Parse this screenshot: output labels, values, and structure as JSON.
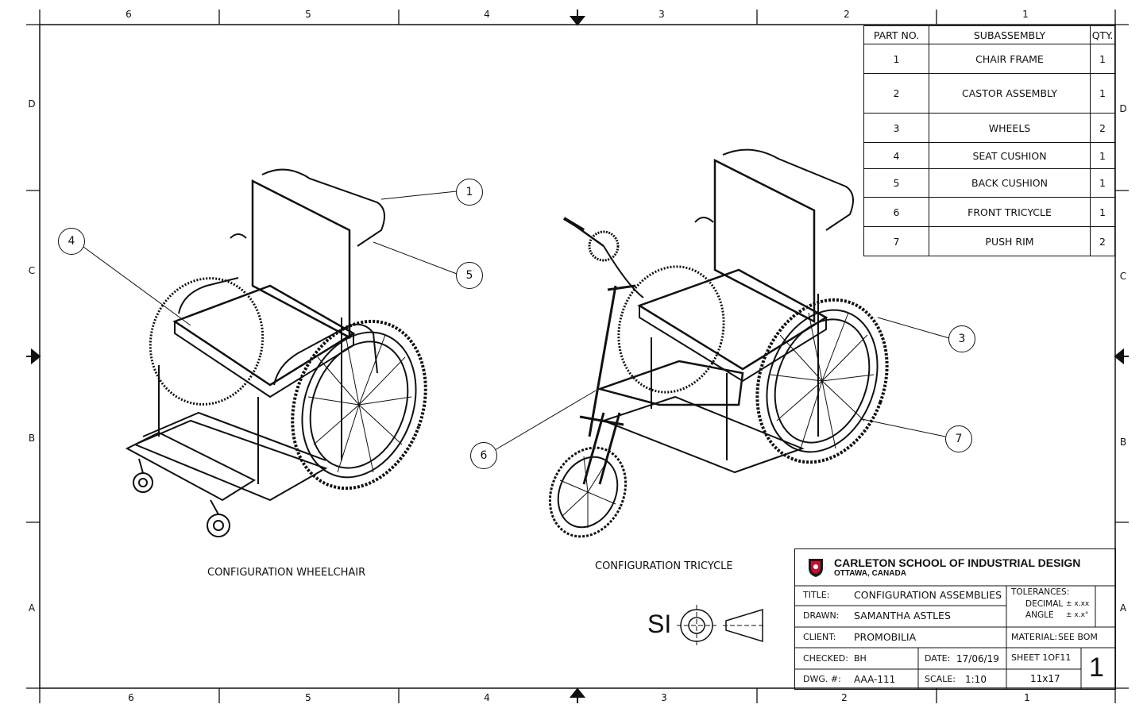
{
  "zones": {
    "top_cols": [
      "6",
      "5",
      "4",
      "3",
      "2",
      "1"
    ],
    "bottom_cols": [
      "6",
      "5",
      "4",
      "3",
      "2",
      "1"
    ],
    "left_rows": [
      "D",
      "C",
      "B",
      "A"
    ],
    "right_rows": [
      "D",
      "C",
      "B",
      "A"
    ]
  },
  "bom": {
    "headers": [
      "PART NO.",
      "SUBASSEMBLY",
      "QTY."
    ],
    "rows": [
      {
        "part": "1",
        "name": "CHAIR FRAME",
        "qty": "1"
      },
      {
        "part": "2",
        "name": "CASTOR ASSEMBLY",
        "qty": "1"
      },
      {
        "part": "3",
        "name": "WHEELS",
        "qty": "2"
      },
      {
        "part": "4",
        "name": "SEAT CUSHION",
        "qty": "1"
      },
      {
        "part": "5",
        "name": "BACK CUSHION",
        "qty": "1"
      },
      {
        "part": "6",
        "name": "FRONT TRICYCLE",
        "qty": "1"
      },
      {
        "part": "7",
        "name": "PUSH RIM",
        "qty": "2"
      }
    ]
  },
  "views": {
    "left_caption": "CONFIGURATION WHEELCHAIR",
    "right_caption": "CONFIGURATION TRICYCLE",
    "balloons": [
      "1",
      "4",
      "5",
      "3",
      "6",
      "7"
    ]
  },
  "projection": {
    "units": "SI"
  },
  "title_block": {
    "school": "CARLETON SCHOOL OF INDUSTRIAL DESIGN",
    "location": "OTTAWA, CANADA",
    "title_label": "TITLE:",
    "title": "CONFIGURATION ASSEMBLIES",
    "drawn_label": "DRAWN:",
    "drawn": "SAMANTHA ASTLES",
    "client_label": "CLIENT:",
    "client": "PROMOBILIA",
    "checked_label": "CHECKED:",
    "checked": "BH",
    "date_label": "DATE:",
    "date": "17/06/19",
    "dwg_label": "DWG. #:",
    "dwg": "AAA-111",
    "scale_label": "SCALE:",
    "scale": "1:10",
    "tolerances_label": "TOLERANCES:",
    "decimal_label": "DECIMAL",
    "decimal_value": "± x.xx",
    "angle_label": "ANGLE",
    "angle_value": "± x.x°",
    "material_label": "MATERIAL:",
    "material": "SEE BOM",
    "sheet": "SHEET 1OF11",
    "paper": "11x17",
    "revision": "1"
  }
}
